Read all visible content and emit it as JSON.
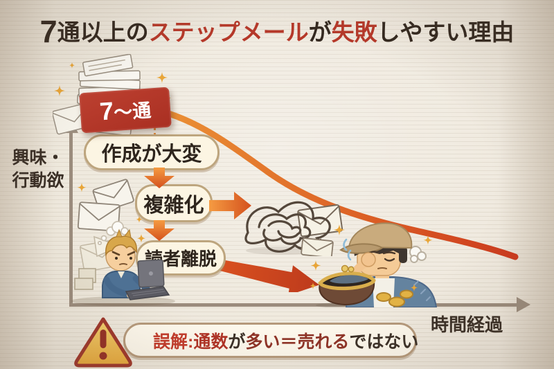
{
  "title": {
    "segments": [
      {
        "text": "7",
        "color": "#33281f"
      },
      {
        "text": "通以上の",
        "color": "#33281f"
      },
      {
        "text": "ステップメール",
        "color": "#b63829"
      },
      {
        "text": "が",
        "color": "#33281f"
      },
      {
        "text": "失敗",
        "color": "#b63829"
      },
      {
        "text": "しやすい理由",
        "color": "#33281f"
      }
    ]
  },
  "badge": {
    "label": "7～通",
    "bg_color": "#b4372a",
    "text_color": "#ffffff"
  },
  "graph": {
    "y_axis_label_line1": "興味・",
    "y_axis_label_line2": "行動欲",
    "x_axis_label": "時間経過",
    "curve": {
      "name": "interest-decline-curve",
      "trend": "declining",
      "color_start": "#ec9436",
      "color_end": "#cc3a1e"
    }
  },
  "flow_steps": [
    {
      "label": "作成が大変"
    },
    {
      "label": "複雑化"
    },
    {
      "label": "読者離脱"
    }
  ],
  "illustrations": {
    "paper_stack": "stack-of-printed-sheets-and-envelopes",
    "envelope_pair": "two-envelopes",
    "tangle": "tangled-thread-with-envelopes",
    "writer": "frustrated-writer-typing-on-laptop",
    "reader": "tired-reader-in-cap-rubbing-eyes",
    "purse": "open-empty-coin-purse-with-coins",
    "warning": "warning-triangle"
  },
  "footer": {
    "segments": [
      {
        "text": "誤解: ",
        "color": "#c23a2a"
      },
      {
        "text": "通数",
        "color": "#b03326"
      },
      {
        "text": "が",
        "color": "#3a2f26"
      },
      {
        "text": "多い＝売れる",
        "color": "#8e3226"
      },
      {
        "text": "ではない",
        "color": "#3a2f26"
      }
    ]
  },
  "colors": {
    "background": "#ece5d9",
    "bubble_bg": "#fcf5e3",
    "bubble_border": "#bda57e",
    "arrow_orange": "#d4511d",
    "axis": "#9b8c7d",
    "badge_red": "#b4372a"
  }
}
